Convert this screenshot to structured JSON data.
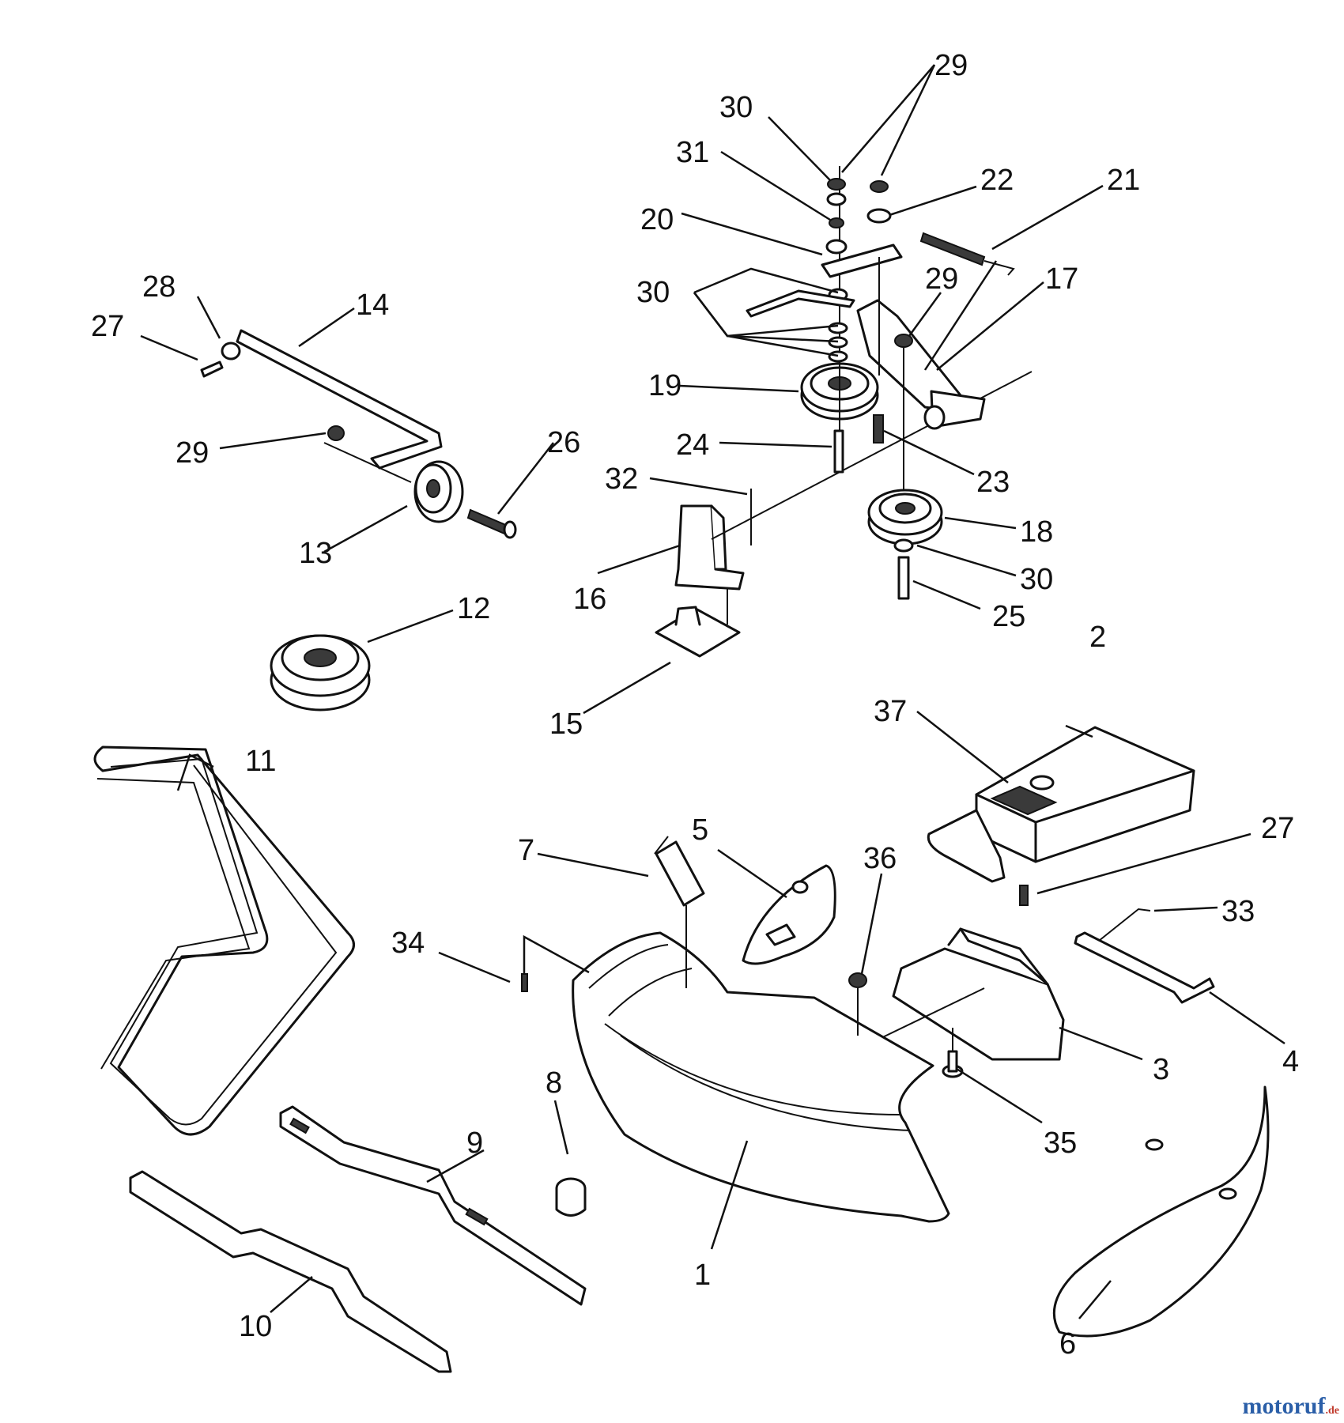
{
  "callouts": [
    "1",
    "2",
    "3",
    "4",
    "5",
    "6",
    "7",
    "8",
    "9",
    "10",
    "11",
    "12",
    "13",
    "14",
    "15",
    "16",
    "17",
    "18",
    "19",
    "20",
    "21",
    "22",
    "23",
    "24",
    "25",
    "26",
    "27",
    "28",
    "29",
    "30",
    "31",
    "32",
    "33",
    "34",
    "35",
    "36",
    "37"
  ],
  "extra_callouts": {
    "c27b": "27",
    "c29b": "29",
    "c29c": "29",
    "c30b": "30",
    "c30c": "30"
  },
  "watermark": {
    "name": "motoruf",
    "tld": ".de"
  }
}
